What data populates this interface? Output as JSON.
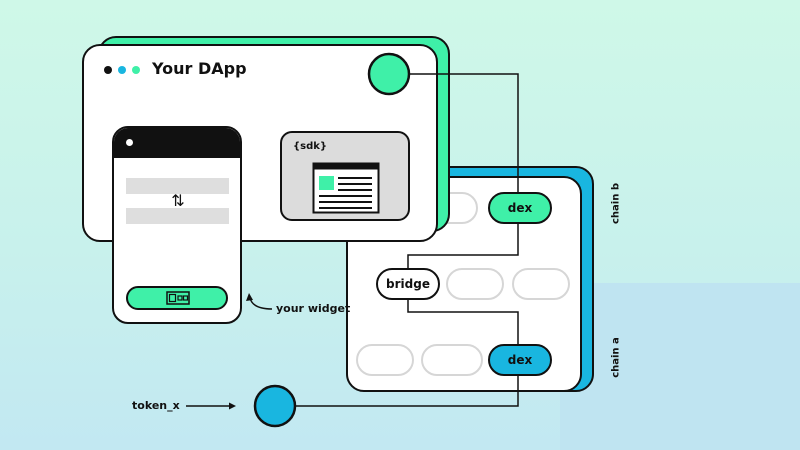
{
  "app": {
    "title": "Your DApp",
    "dots": [
      "#111111",
      "#19b6e0",
      "#3ff0a8"
    ]
  },
  "sdk": {
    "label": "{sdk}"
  },
  "widget": {
    "swap_symbol": "⇅",
    "caption": "your widget"
  },
  "chains": {
    "chain_b_label": "chain b",
    "chain_a_label": "chain a",
    "dex_top": "dex",
    "bridge": "bridge",
    "dex_bottom": "dex"
  },
  "token": {
    "label": "token_x"
  },
  "colors": {
    "green": "#3ff0a8",
    "blue": "#19b6e0",
    "stroke": "#111111",
    "sdk_fill": "#dcdcdc",
    "grey_bar": "#dedede"
  }
}
